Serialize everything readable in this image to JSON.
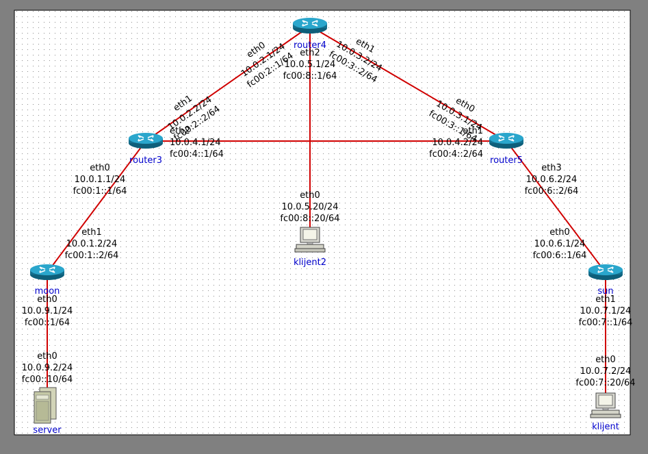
{
  "colors": {
    "link": "#d00000",
    "node_label": "#0000cc",
    "router_fill": "#1c8fb0",
    "canvas_bg": "#ffffff",
    "outer_bg": "#808080"
  },
  "nodes": {
    "router4": {
      "name": "router4",
      "icon": "router-icon"
    },
    "router3": {
      "name": "router3",
      "icon": "router-icon"
    },
    "router5": {
      "name": "router5",
      "icon": "router-icon"
    },
    "moon": {
      "name": "moon",
      "icon": "router-icon"
    },
    "sun": {
      "name": "sun",
      "icon": "router-icon"
    },
    "klijent2": {
      "name": "klijent2",
      "icon": "pc-icon"
    },
    "server": {
      "name": "server",
      "icon": "server-icon"
    },
    "klijent": {
      "name": "klijent",
      "icon": "pc-icon"
    }
  },
  "labels": {
    "r4_eth0": {
      "iface": "eth0",
      "ip4": "10.0.2.1/24",
      "ip6": "fc00:2::1/64"
    },
    "r4_eth1": {
      "iface": "eth1",
      "ip4": "10.0.3.2/24",
      "ip6": "fc00:3::2/64"
    },
    "r4_eth2": {
      "iface": "eth2",
      "ip4": "10.0.5.1/24",
      "ip6": "fc00:8::1/64"
    },
    "r3_eth1": {
      "iface": "eth1",
      "ip4": "10.0.2.2/24",
      "ip6": "fc00:2::2/64"
    },
    "r3_eth2": {
      "iface": "eth2",
      "ip4": "10.0.4.1/24",
      "ip6": "fc00:4::1/64"
    },
    "r3_eth0": {
      "iface": "eth0",
      "ip4": "10.0.1.1/24",
      "ip6": "fc00:1::1/64"
    },
    "r5_eth0": {
      "iface": "eth0",
      "ip4": "10.0.3.1/24",
      "ip6": "fc00:3::1/64"
    },
    "r5_eth1": {
      "iface": "eth1",
      "ip4": "10.0.4.2/24",
      "ip6": "fc00:4::2/64"
    },
    "r5_eth3": {
      "iface": "eth3",
      "ip4": "10.0.6.2/24",
      "ip6": "fc00:6::2/64"
    },
    "k2_eth0": {
      "iface": "eth0",
      "ip4": "10.0.5.20/24",
      "ip6": "fc00:8::20/64"
    },
    "moon_eth1": {
      "iface": "eth1",
      "ip4": "10.0.1.2/24",
      "ip6": "fc00:1::2/64"
    },
    "moon_eth0": {
      "iface": "eth0",
      "ip4": "10.0.9.1/24",
      "ip6": "fc00::1/64"
    },
    "srv_eth0": {
      "iface": "eth0",
      "ip4": "10.0.9.2/24",
      "ip6": "fc00::10/64"
    },
    "sun_eth0": {
      "iface": "eth0",
      "ip4": "10.0.6.1/24",
      "ip6": "fc00:6::1/64"
    },
    "sun_eth1": {
      "iface": "eth1",
      "ip4": "10.0.7.1/24",
      "ip6": "fc00:7::1/64"
    },
    "kl_eth0": {
      "iface": "eth0",
      "ip4": "10.0.7.2/24",
      "ip6": "fc00:7::20/64"
    }
  }
}
